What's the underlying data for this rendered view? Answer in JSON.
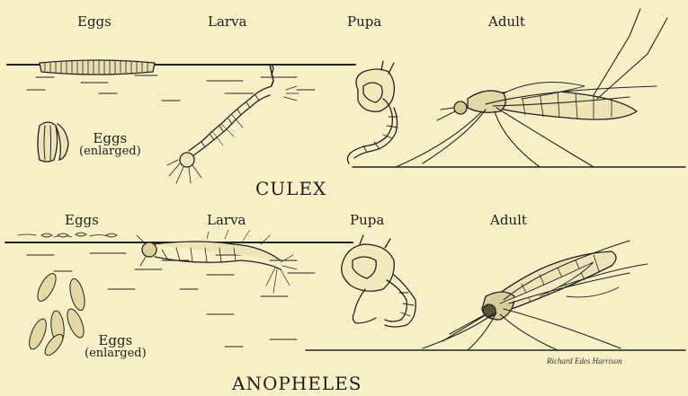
{
  "culex": {
    "title": "CULEX",
    "stages": {
      "eggs": "Eggs",
      "larva": "Larva",
      "pupa": "Pupa",
      "adult": "Adult"
    },
    "enlarged_caption": {
      "word": "Eggs",
      "note": "(enlarged)"
    }
  },
  "anopheles": {
    "title": "ANOPHELES",
    "stages": {
      "eggs": "Eggs",
      "larva": "Larva",
      "pupa": "Pupa",
      "adult": "Adult"
    },
    "enlarged_caption": {
      "word": "Eggs",
      "note": "(enlarged)"
    }
  },
  "signature": "Richard Edes Harrison",
  "colors": {
    "background": "#f6f0c6",
    "ink": "#222222"
  }
}
